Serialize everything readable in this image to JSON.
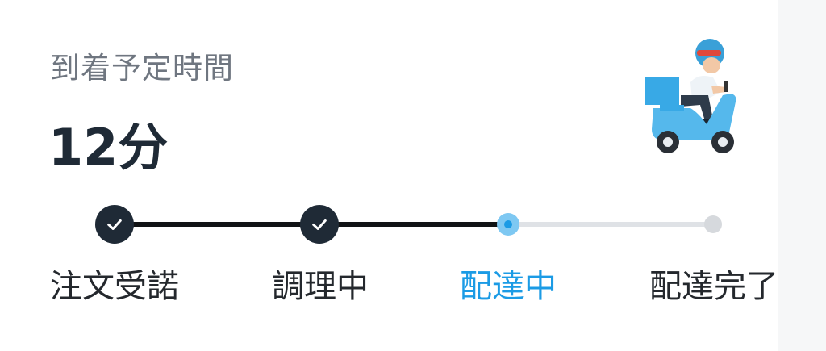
{
  "eta": {
    "label": "到着予定時間",
    "value": "12分"
  },
  "illustration": {
    "icon": "delivery-scooter-icon"
  },
  "colors": {
    "text_primary": "#1f2a36",
    "text_secondary": "#6f7680",
    "accent": "#1b9be5",
    "track_done": "#111315",
    "track_todo": "#dfe2e6"
  },
  "steps": [
    {
      "label": "注文受諾",
      "status": "done"
    },
    {
      "label": "調理中",
      "status": "done"
    },
    {
      "label": "配達中",
      "status": "current"
    },
    {
      "label": "配達完了",
      "status": "pending"
    }
  ]
}
